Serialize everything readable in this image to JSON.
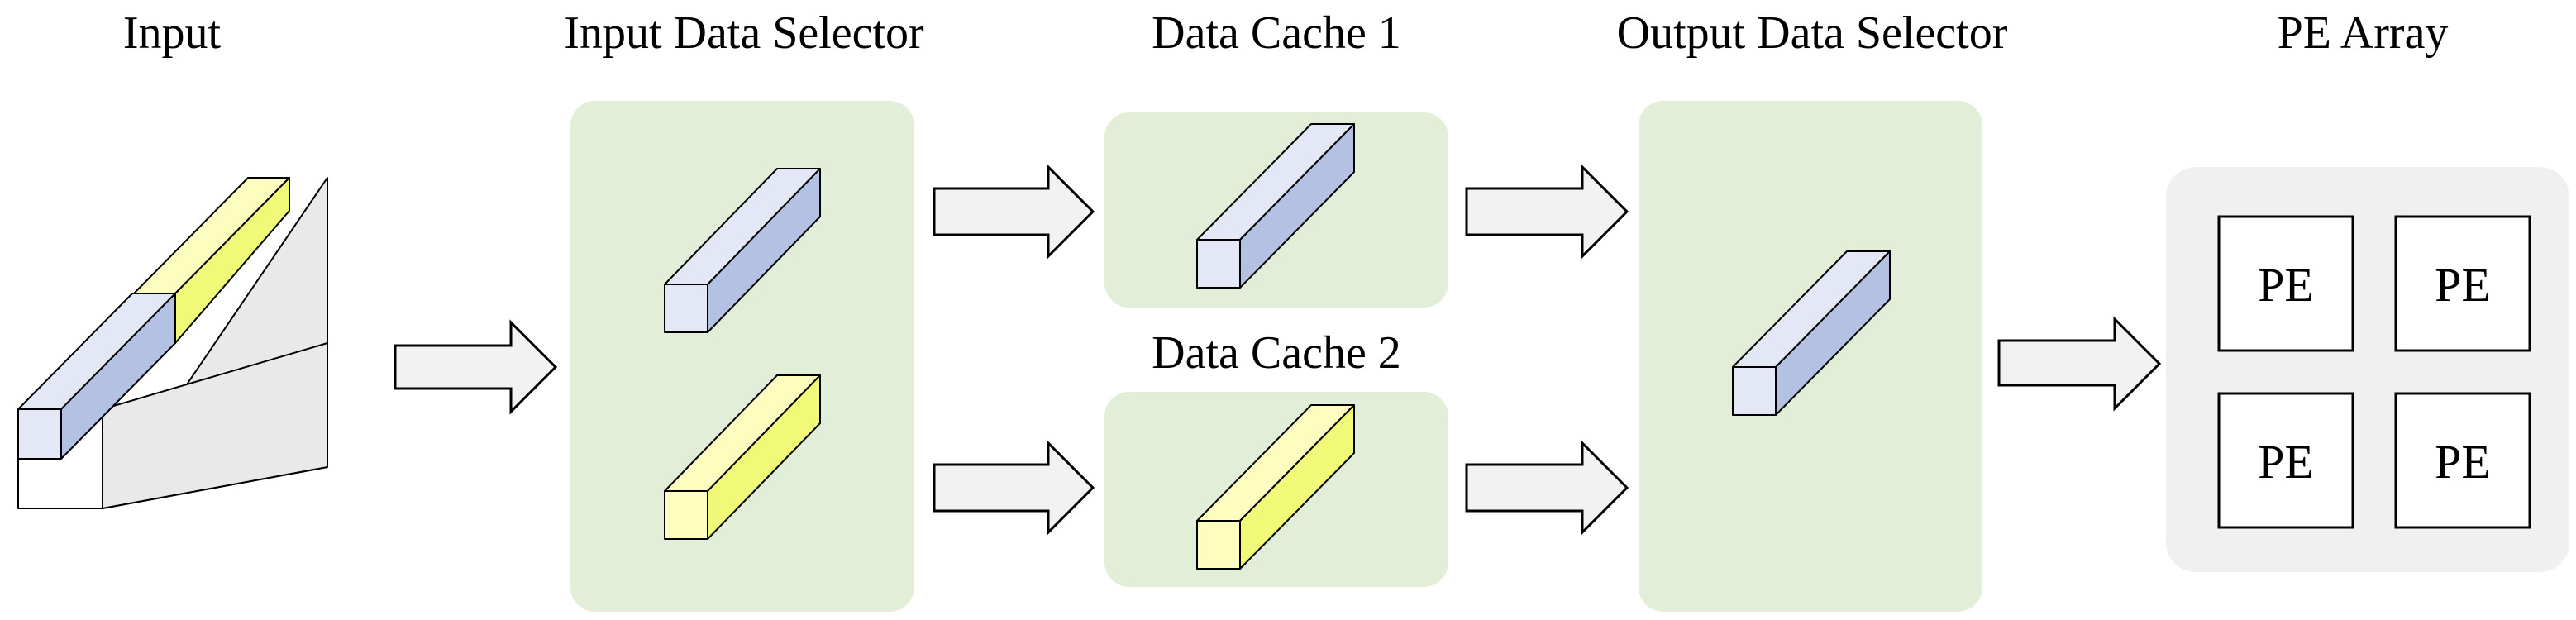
{
  "labels": {
    "input": "Input",
    "input_selector": "Input Data Selector",
    "cache1": "Data Cache 1",
    "cache2": "Data Cache 2",
    "output_selector": "Output Data Selector",
    "pe_array": "PE Array"
  },
  "pe_array": {
    "cells": [
      "PE",
      "PE",
      "PE",
      "PE"
    ]
  },
  "colors": {
    "stage_background": "#e2eed8",
    "pe_background": "#f0f0f0",
    "block_blue_front": "#e4e8f6",
    "block_blue_side": "#b3c2e3",
    "block_yellow_front": "#fdfdc0",
    "block_yellow_side": "#f1f978",
    "input_body": "#e9e9e9",
    "arrow_fill": "#f2f2f2"
  }
}
